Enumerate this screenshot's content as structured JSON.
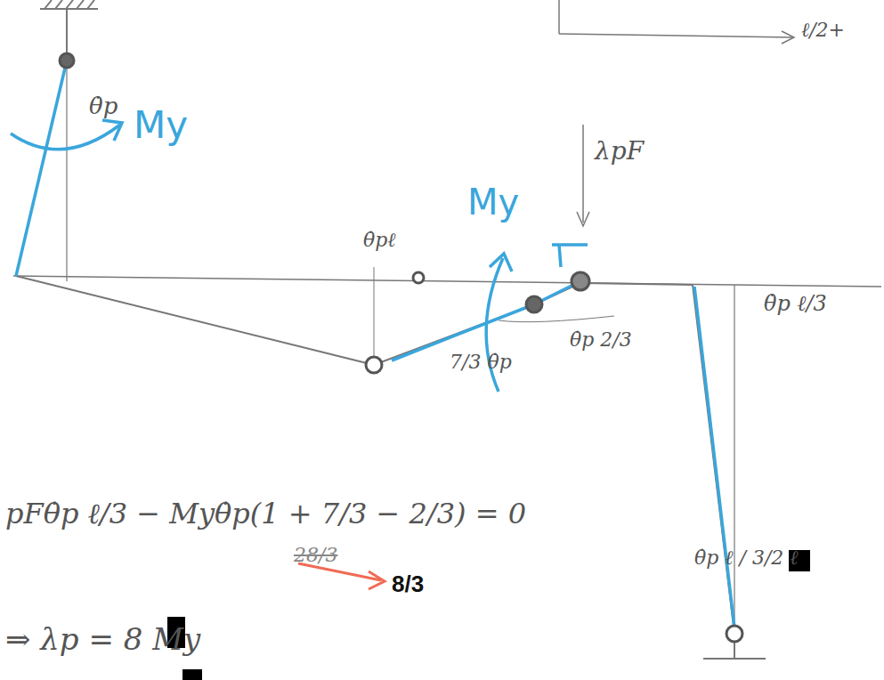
{
  "diagram": {
    "labels": [
      "ℓ/2+",
      "θ̇p",
      "My",
      "θ̇pℓ",
      "λpF",
      "My",
      "7/3 θ̇p",
      "θ̇p 2/3",
      "θ̇p ℓ/3",
      "pFθ̇p ℓ/3 − Myθ̇p(1 + 7/3 − 2/3) = 0",
      "28/3",
      "8/3",
      "⇒ λp = 8 My",
      "θ̇p ℓ / 3/2 ℓ"
    ]
  }
}
